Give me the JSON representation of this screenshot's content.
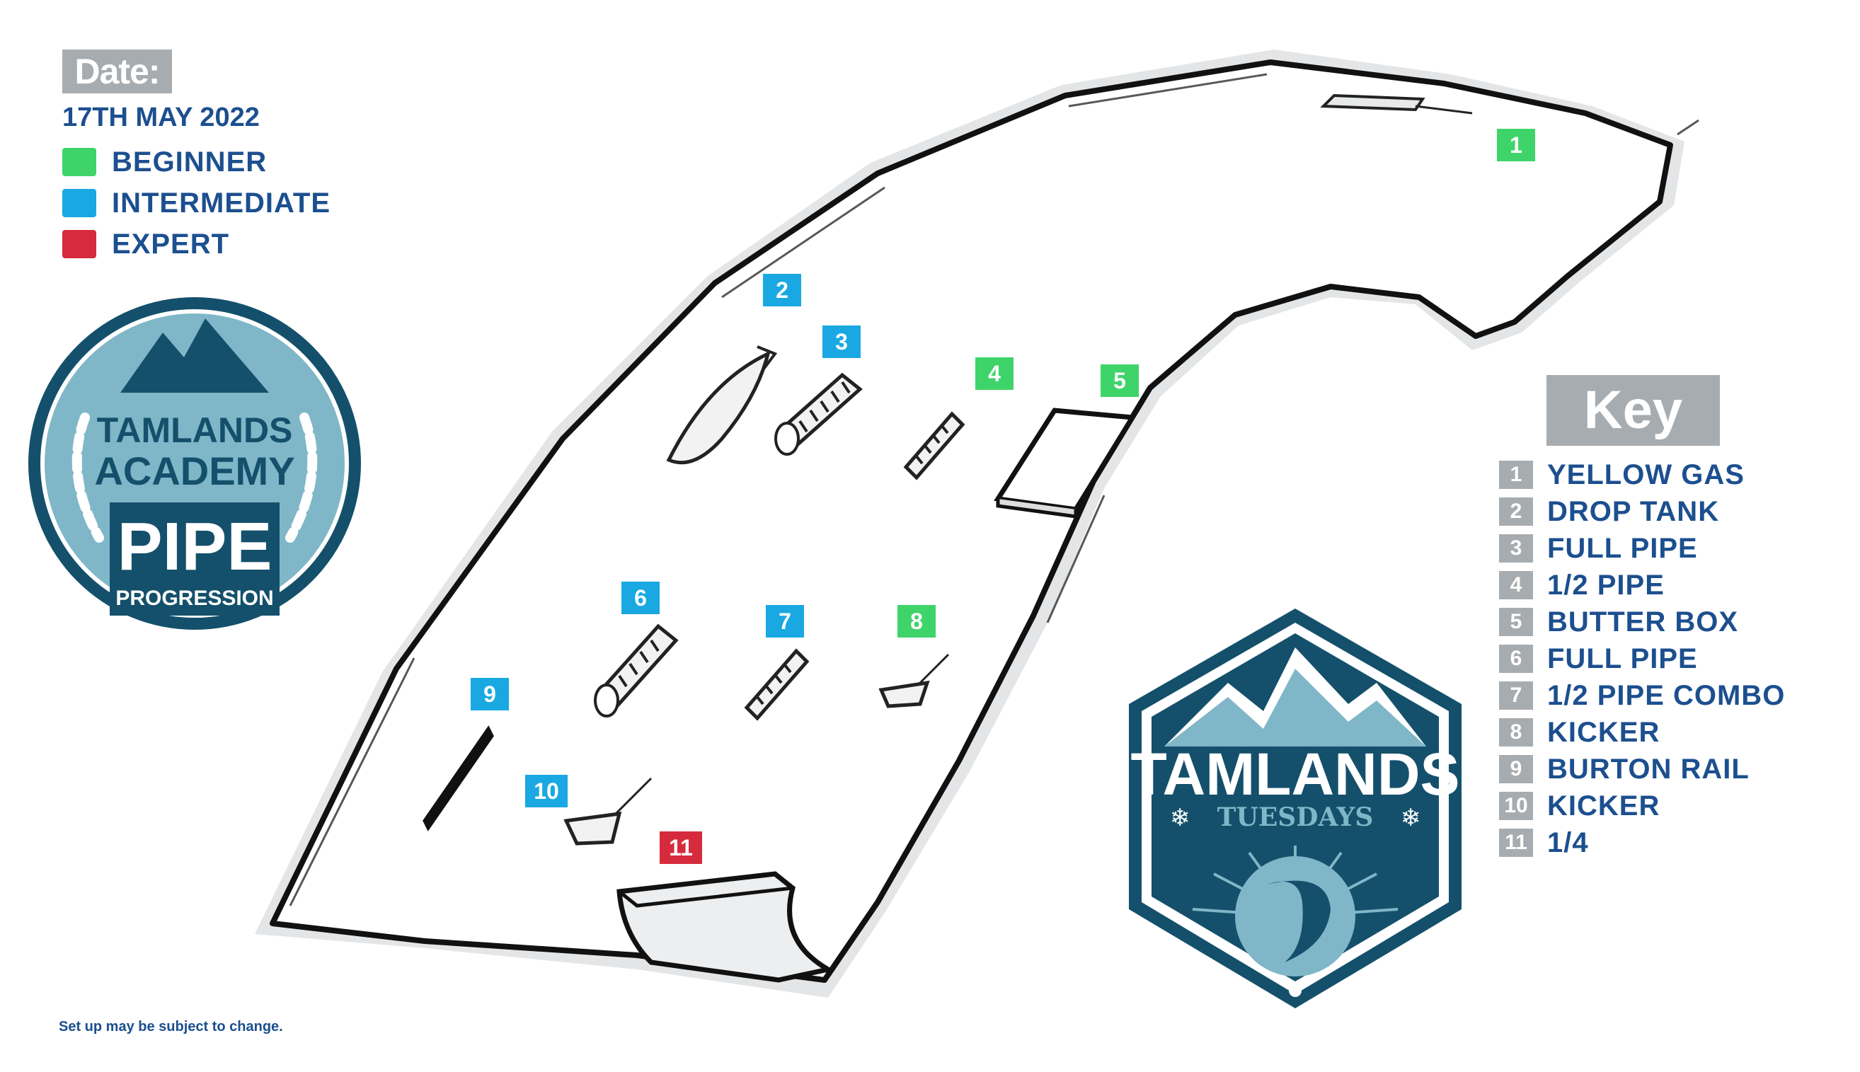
{
  "header": {
    "date_label": "Date:",
    "date_value": "17TH MAY 2022"
  },
  "legend": {
    "items": [
      {
        "label": "BEGINNER",
        "color": "#3fd46a"
      },
      {
        "label": "INTERMEDIATE",
        "color": "#19a8e2"
      },
      {
        "label": "EXPERT",
        "color": "#d62b3c"
      }
    ]
  },
  "key": {
    "title": "Key",
    "items": [
      {
        "num": "1",
        "label": "YELLOW GAS"
      },
      {
        "num": "2",
        "label": "DROP TANK"
      },
      {
        "num": "3",
        "label": "FULL PIPE"
      },
      {
        "num": "4",
        "label": "1/2 PIPE"
      },
      {
        "num": "5",
        "label": "BUTTER BOX"
      },
      {
        "num": "6",
        "label": "FULL PIPE"
      },
      {
        "num": "7",
        "label": "1/2 PIPE COMBO"
      },
      {
        "num": "8",
        "label": "KICKER"
      },
      {
        "num": "9",
        "label": "BURTON RAIL"
      },
      {
        "num": "10",
        "label": "KICKER"
      },
      {
        "num": "11",
        "label": "1/4"
      }
    ]
  },
  "markers": [
    {
      "num": "1",
      "level": "beginner"
    },
    {
      "num": "2",
      "level": "intermediate"
    },
    {
      "num": "3",
      "level": "intermediate"
    },
    {
      "num": "4",
      "level": "beginner"
    },
    {
      "num": "5",
      "level": "beginner"
    },
    {
      "num": "6",
      "level": "intermediate"
    },
    {
      "num": "7",
      "level": "intermediate"
    },
    {
      "num": "8",
      "level": "beginner"
    },
    {
      "num": "9",
      "level": "intermediate"
    },
    {
      "num": "10",
      "level": "intermediate"
    },
    {
      "num": "11",
      "level": "expert"
    }
  ],
  "badge_academy": {
    "line1": "TAMLANDS",
    "line2": "ACADEMY",
    "line3": "PIPE",
    "line4": "PROGRESSION"
  },
  "badge_tuesdays": {
    "line1": "TAMLANDS",
    "line2": "TUESDAYS"
  },
  "footnote": "Set up may be subject to change.",
  "colors": {
    "text_blue": "#1c4f8f",
    "gray_tag": "#a7acb0",
    "beginner": "#3fd46a",
    "intermediate": "#19a8e2",
    "expert": "#d62b3c",
    "badge_dark": "#14506b",
    "badge_light": "#7fb7c8"
  },
  "icons": [
    "drop-tank-icon",
    "pipe-icon",
    "box-icon",
    "rail-icon",
    "kicker-icon",
    "quarter-pipe-icon",
    "mountain-icon",
    "laurel-icon",
    "snowflake-icon",
    "sunburst-icon"
  ]
}
